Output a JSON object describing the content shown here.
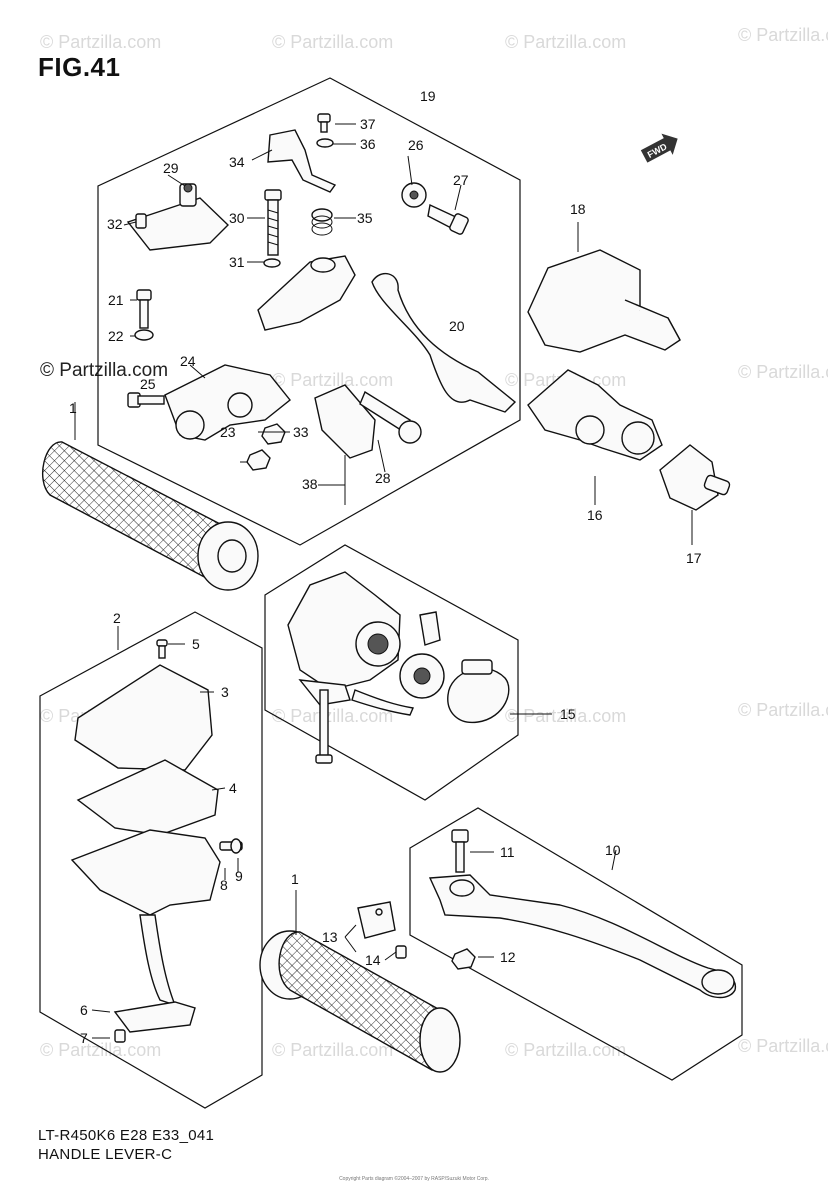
{
  "figure": {
    "title": "FIG.41",
    "model_code": "LT-R450K6 E28 E33_041",
    "caption": "HANDLE LEVER-C",
    "copyright_small": "Copyright\nParts diagram ©2004–2007 by RASP/Suzuki Motor Corp.",
    "watermark": "© Partzilla.com",
    "watermark_primary": "© Partzilla.com",
    "fwd_label": "FWD"
  },
  "callouts": [
    "1",
    "2",
    "3",
    "4",
    "5",
    "6",
    "7",
    "8",
    "9",
    "10",
    "11",
    "12",
    "13",
    "14",
    "15",
    "16",
    "17",
    "18",
    "19",
    "20",
    "21",
    "22",
    "23",
    "24",
    "25",
    "26",
    "27",
    "28",
    "29",
    "30",
    "31",
    "32",
    "33",
    "34",
    "35",
    "36",
    "37",
    "38"
  ]
}
